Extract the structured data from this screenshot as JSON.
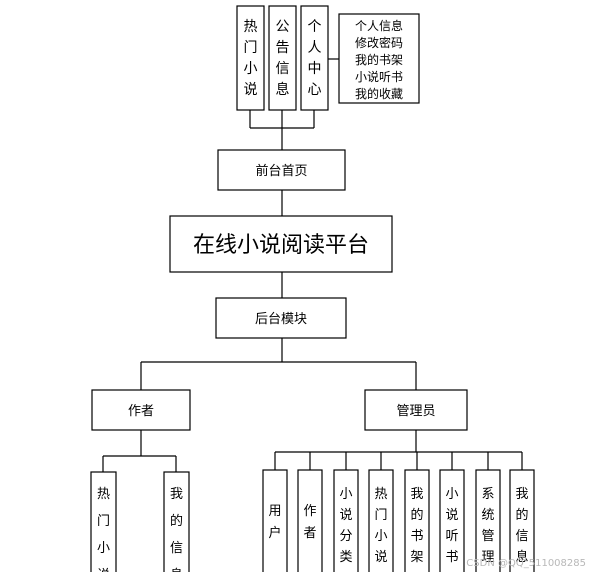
{
  "front_nav": [
    {
      "chars": [
        "热",
        "门",
        "小",
        "说"
      ]
    },
    {
      "chars": [
        "公",
        "告",
        "信",
        "息"
      ]
    },
    {
      "chars": [
        "个",
        "人",
        "中",
        "心"
      ]
    }
  ],
  "personal_center_items": [
    "个人信息",
    "修改密码",
    "我的书架",
    "小说听书",
    "我的收藏"
  ],
  "front_home": "前台首页",
  "platform_title": "在线小说阅读平台",
  "back_module": "后台模块",
  "roles": {
    "author": {
      "label": "作者",
      "modules": [
        {
          "chars": [
            "热",
            "门",
            "小",
            "说"
          ]
        },
        {
          "chars": [
            "我",
            "的",
            "信",
            "息"
          ]
        }
      ]
    },
    "admin": {
      "label": "管理员",
      "modules": [
        {
          "chars": [
            "用",
            "户"
          ]
        },
        {
          "chars": [
            "作",
            "者"
          ]
        },
        {
          "chars": [
            "小",
            "说",
            "分",
            "类"
          ]
        },
        {
          "chars": [
            "热",
            "门",
            "小",
            "说"
          ]
        },
        {
          "chars": [
            "我",
            "的",
            "书",
            "架"
          ]
        },
        {
          "chars": [
            "小",
            "说",
            "听",
            "书"
          ]
        },
        {
          "chars": [
            "系",
            "统",
            "管",
            "理"
          ]
        },
        {
          "chars": [
            "我",
            "的",
            "信",
            "息"
          ]
        }
      ]
    }
  },
  "watermark": "CSDN @QQ_511008285"
}
